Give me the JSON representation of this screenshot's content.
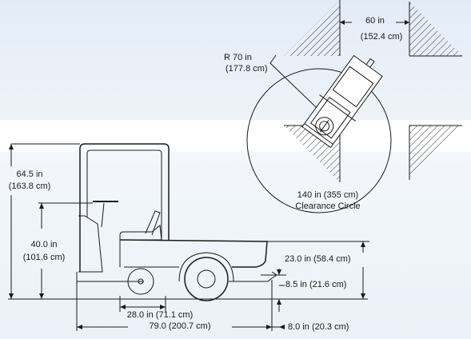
{
  "colors": {
    "background_top": "#e9f0f8",
    "background_mid": "#ffffff",
    "stripe": "#f4f8fc",
    "line": "#1a1a1a"
  },
  "clearance": {
    "aisle_width": "60 in",
    "aisle_width_metric": "(152.4 cm)",
    "radius": "R 70 in",
    "radius_metric": "(177.8 cm)",
    "circle_line1": "140 in (355 cm)",
    "circle_line2": "Clearance Circle"
  },
  "side_view": {
    "overall_height": "64.5 in",
    "overall_height_metric": "(163.8 cm)",
    "deck_height": "40.0 in",
    "deck_height_metric": "(101.6 cm)",
    "hitch_height_upper": "23.0 in (58.4 cm)",
    "hitch_height_lower": "8.5 in (21.6 cm)",
    "wheelbase": "28.0 in (71.1 cm)",
    "overall_length": "79.0 (200.7 cm)",
    "rear_overhang": "8.0 in (20.3 cm)"
  }
}
